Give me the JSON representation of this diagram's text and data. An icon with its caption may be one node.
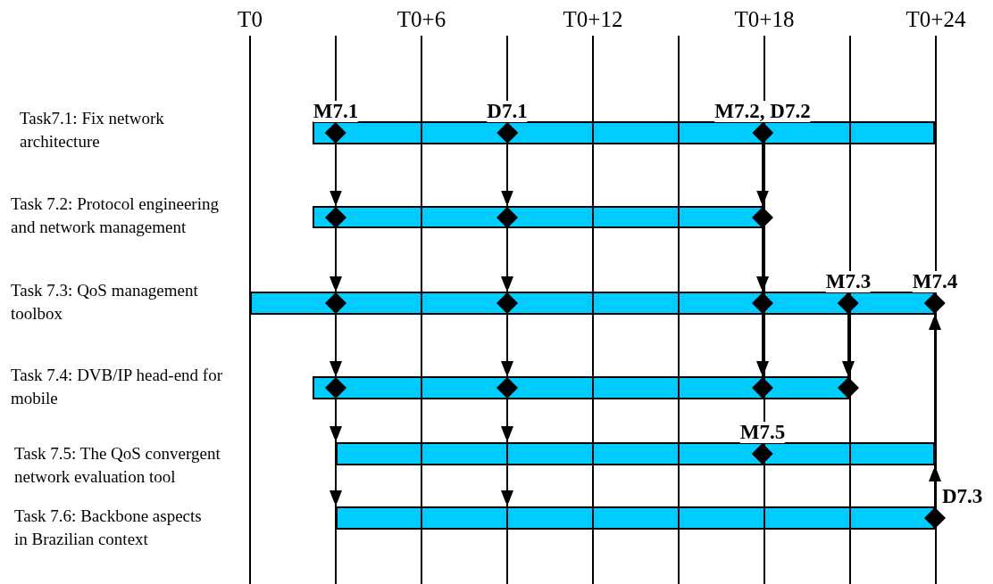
{
  "diagram": {
    "nodes": [
      {
        "text": [],
        "shape": "bar"
      },
      {
        "text": [
          "M7.1"
        ]
      },
      {
        "text": [
          "D7.1"
        ]
      },
      {
        "text": [
          "M7.2, D7.2"
        ]
      },
      {
        "text": [],
        "shape": "bar"
      },
      {
        "text": [],
        "shape": "diamond",
        "in": 4
      },
      {
        "text": [],
        "shape": "diamond",
        "in": 4
      },
      {
        "text": [],
        "shape": "diamond"
      },
      {
        "text": [],
        "shape": "bar"
      },
      {
        "text": [],
        "shape": "diamond",
        "in": 8
      },
      {
        "text": [],
        "shape": "diamond",
        "in": 8
      },
      {
        "text": [],
        "shape": "diamond",
        "in": 8
      },
      {
        "text": [
          "M7.3"
        ]
      },
      {
        "text": [
          "M7.4"
        ]
      },
      {
        "text": [],
        "shape": "bar"
      },
      {
        "text": [],
        "shape": "diamond",
        "in": 14
      },
      {
        "text": [],
        "shape": "diamond",
        "in": 14
      },
      {
        "text": [],
        "shape": "diamond",
        "in": 14
      },
      {
        "text": [],
        "shape": "diamond"
      },
      {
        "text": [],
        "shape": "bar"
      },
      {
        "text": [
          "M7.5"
        ]
      },
      {
        "text": [],
        "shape": "bar"
      },
      {
        "text": [
          "D7.3"
        ]
      }
    ],
    "edges": [
      {
        "from": 1,
        "to": 5,
        "arrow": "to"
      },
      {
        "from": 5,
        "to": 9,
        "arrow": "to"
      },
      {
        "from": 9,
        "to": 15,
        "arrow": "to"
      },
      {
        "from": 15,
        "to": 19,
        "arrow": "to"
      },
      {
        "from": 19,
        "to": 21,
        "arrow": "to"
      },
      {
        "from": 2,
        "to": 6,
        "arrow": "to"
      },
      {
        "from": 6,
        "to": 10,
        "arrow": "to"
      },
      {
        "from": 10,
        "to": 16,
        "arrow": "to"
      },
      {
        "from": 16,
        "to": 19,
        "arrow": "to"
      },
      {
        "from": 19,
        "to": 21,
        "arrow": "to"
      },
      {
        "from": 3,
        "to": 7,
        "arrow": "to"
      },
      {
        "from": 7,
        "to": 11,
        "arrow": "to"
      },
      {
        "from": 11,
        "to": 17,
        "arrow": "to"
      },
      {
        "from": 12,
        "to": 18,
        "arrow": "to"
      },
      {
        "from": 22,
        "to": 19,
        "arrow": "to"
      },
      {
        "from": 19,
        "to": 13,
        "arrow": "to"
      }
    ],
    "labels": [
      "T0",
      "T0+6",
      "T0+12",
      "T0+18",
      "T0+24",
      "Task7.1: Fix network architecture",
      "Task 7.2: Protocol engineering and network management",
      "Task 7.3: QoS management toolbox",
      "Task 7.4: DVB/IP head-end for mobile",
      "Task 7.5: The QoS convergent network evaluation tool",
      "Task 7.6: Backbone aspects in Brazilian context"
    ]
  }
}
